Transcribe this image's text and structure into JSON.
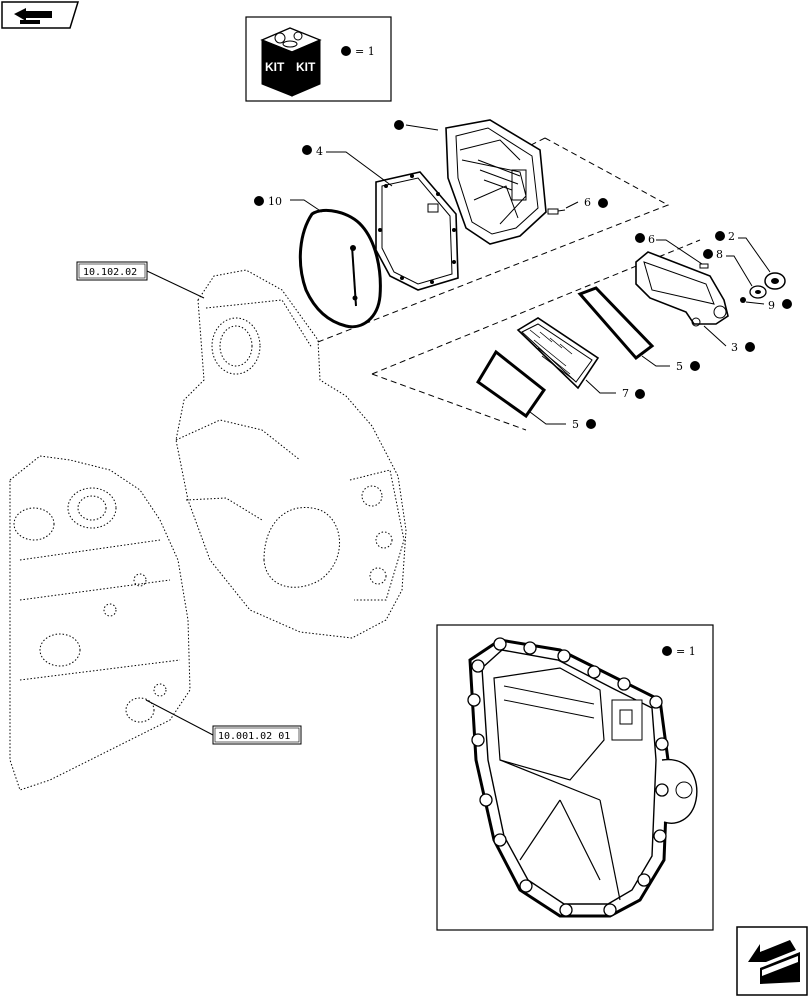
{
  "kit_legend": {
    "kit_label_left": "KIT",
    "kit_label_right": "KIT",
    "equals": "= 1"
  },
  "inset_legend": {
    "equals": "= 1"
  },
  "callouts": {
    "c10": "10",
    "c4": "4",
    "c6_top": "6",
    "c6_mid": "6",
    "c8": "8",
    "c2": "2",
    "c9": "9",
    "c3": "3",
    "c5_mid": "5",
    "c7": "7",
    "c5_low": "5"
  },
  "references": {
    "ref_front_cover": "10.102.02",
    "ref_engine_block": "10.001.02 01"
  },
  "icons": {
    "nav_back": "arrow-back-icon",
    "nav_next": "arrow-next-icon",
    "kit": "kit-box-icon"
  }
}
